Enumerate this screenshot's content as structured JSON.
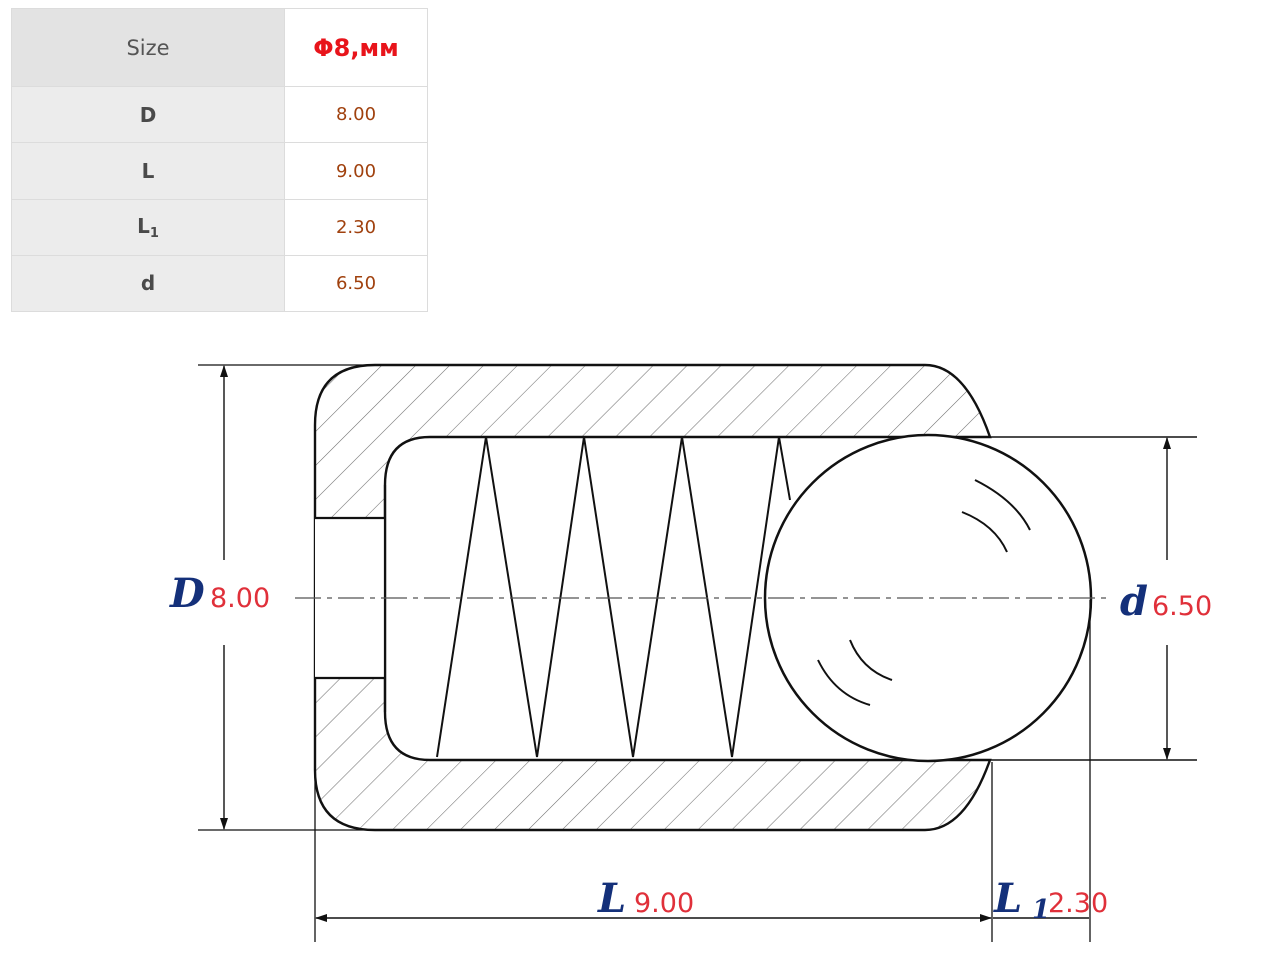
{
  "table": {
    "header": {
      "label": "Size",
      "value": "Φ8,мм"
    },
    "rows": [
      {
        "param": "D",
        "sub": "",
        "value": "8.00"
      },
      {
        "param": "L",
        "sub": "",
        "value": "9.00"
      },
      {
        "param": "L",
        "sub": "1",
        "value": "2.30"
      },
      {
        "param": "d",
        "sub": "",
        "value": "6.50"
      }
    ]
  },
  "drawing": {
    "D": {
      "symbol": "D",
      "value": "8.00"
    },
    "d": {
      "symbol": "d",
      "value": "6.50"
    },
    "L": {
      "symbol": "L",
      "value": "9.00"
    },
    "L1": {
      "symbol": "L",
      "sub": "1",
      "value": "2.30"
    }
  },
  "colors": {
    "header_value": "#e8141b",
    "table_value": "#a0410e",
    "dimension_symbol": "#14307a",
    "dimension_value": "#e0303a",
    "line": "#111111"
  }
}
